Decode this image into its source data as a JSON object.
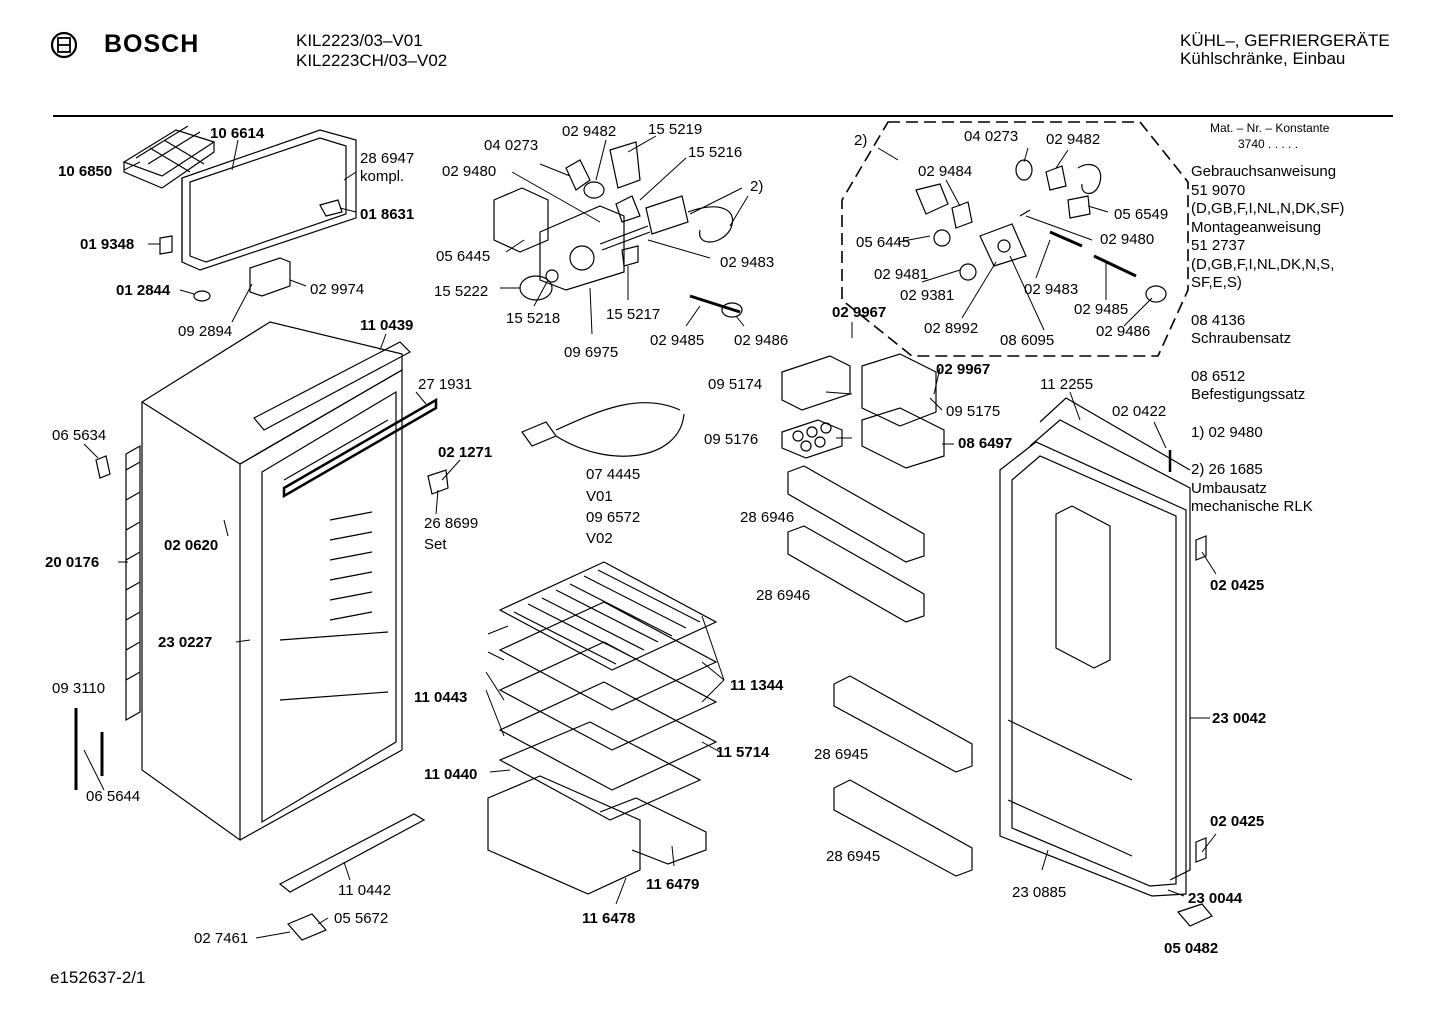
{
  "header": {
    "brand": "BOSCH",
    "model_line1": "KIL2223/03–V01",
    "model_line2": "KIL2223CH/03–V02",
    "category_line1": "KÜHL–, GEFRIERGERÄTE",
    "category_line2": "Kühlschränke, Einbau"
  },
  "footer": {
    "doc_id": "e152637-2/1"
  },
  "sidebar": {
    "mat_nr_title": "Mat. – Nr. – Konstante",
    "mat_nr_value": "3740  .  .  .  .  .",
    "lines": [
      "Gebrauchsanweisung",
      "51 9070",
      "(D,GB,F,I,NL,N,DK,SF)",
      "Montageanweisung",
      "51 2737",
      "(D,GB,F,I,NL,DK,N,S,",
      "SF,E,S)",
      "",
      "08 4136",
      "Schraubensatz",
      "",
      "08 6512",
      "Befestigungssatz",
      "",
      "1)  02 9480",
      "",
      "2)  26 1685",
      "     Umbausatz",
      "     mechanische RLK"
    ]
  },
  "parts": {
    "p106614": "10 6614",
    "p106850": "10 6850",
    "p286947": "28 6947",
    "p286947b": "kompl.",
    "p018631": "01 8631",
    "p019348": "01 9348",
    "p012844": "01 2844",
    "p029974": "02 9974",
    "p092894": "09 2894",
    "p110439": "11 0439",
    "p271931": "27 1931",
    "p065634": "06 5634",
    "p021271": "02 1271",
    "p268699": "26 8699",
    "p268699b": "Set",
    "p020620": "02 0620",
    "p200176": "20 0176",
    "p230227": "23 0227",
    "p093110": "09 3110",
    "p065644": "06 5644",
    "p110442": "11 0442",
    "p055672": "05 5672",
    "p027461": "02 7461",
    "a040273": "04 0273",
    "a029482": "02 9482",
    "a155219": "15 5219",
    "a155216": "15 5216",
    "a029480": "02 9480",
    "a2": "2)",
    "a056445": "05 6445",
    "a029483": "02 9483",
    "a155222": "15 5222",
    "a155218": "15 5218",
    "a155217": "15 5217",
    "a029485": "02 9485",
    "a029486": "02 9486",
    "a096975": "09 6975",
    "c074445": "07 4445",
    "cV01": "V01",
    "c096572": "09 6572",
    "cV02": "V02",
    "k2": "2)",
    "k040273": "04 0273",
    "k029482": "02 9482",
    "k029484": "02 9484",
    "k056549": "05 6549",
    "k056445": "05 6445",
    "k029480": "02 9480",
    "k029481": "02 9481",
    "k029381": "02 9381",
    "k029483": "02 9483",
    "k029485": "02 9485",
    "k028992": "02 8992",
    "k086095": "08 6095",
    "k029486": "02 9486",
    "k029967": "02 9967",
    "d029967": "02 9967",
    "d095174": "09 5174",
    "d095175": "09 5175",
    "d095176": "09 5176",
    "d086497": "08 6497",
    "d286946a": "28 6946",
    "d286946b": "28 6946",
    "d286945a": "28 6945",
    "d286945b": "28 6945",
    "s110443": "11 0443",
    "s111344": "11 1344",
    "s115714": "11 5714",
    "s110440": "11 0440",
    "s116479": "11 6479",
    "s116478": "11 6478",
    "r112255": "11 2255",
    "r020422": "02 0422",
    "r020425a": "02 0425",
    "r230042": "23 0042",
    "r020425b": "02 0425",
    "r230885": "23 0885",
    "r230044": "23 0044",
    "r050482": "05 0482"
  }
}
